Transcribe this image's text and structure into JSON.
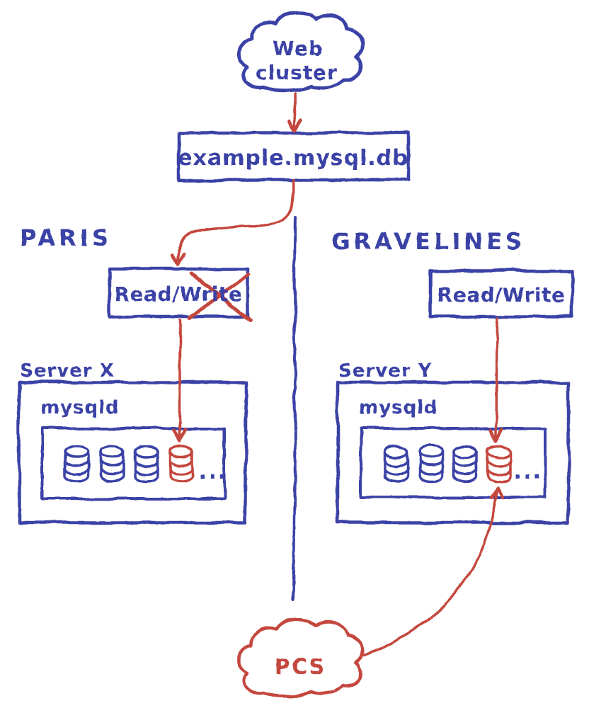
{
  "colors": {
    "ink_blue": "#3a43a6",
    "ink_red": "#c4463e",
    "paper": "#ffffff"
  },
  "diagram": {
    "web_cluster": {
      "label_line1": "Web",
      "label_line2": "cluster"
    },
    "dns": {
      "label": "example.mysql.db"
    },
    "regions": {
      "paris": {
        "label": "PARIS",
        "access": {
          "label": "Read/Write",
          "write_crossed_out": true
        },
        "server": {
          "name": "Server X",
          "daemon": "mysqld",
          "databases_blue": 3,
          "databases_red": 1,
          "ellipsis": "..."
        }
      },
      "gravelines": {
        "label": "GRAVELINES",
        "access": {
          "label": "Read/Write",
          "write_crossed_out": false
        },
        "server": {
          "name": "Server Y",
          "daemon": "mysqld",
          "databases_blue": 3,
          "databases_red": 1,
          "ellipsis": "..."
        }
      }
    },
    "pcs": {
      "label": "PCS"
    }
  }
}
